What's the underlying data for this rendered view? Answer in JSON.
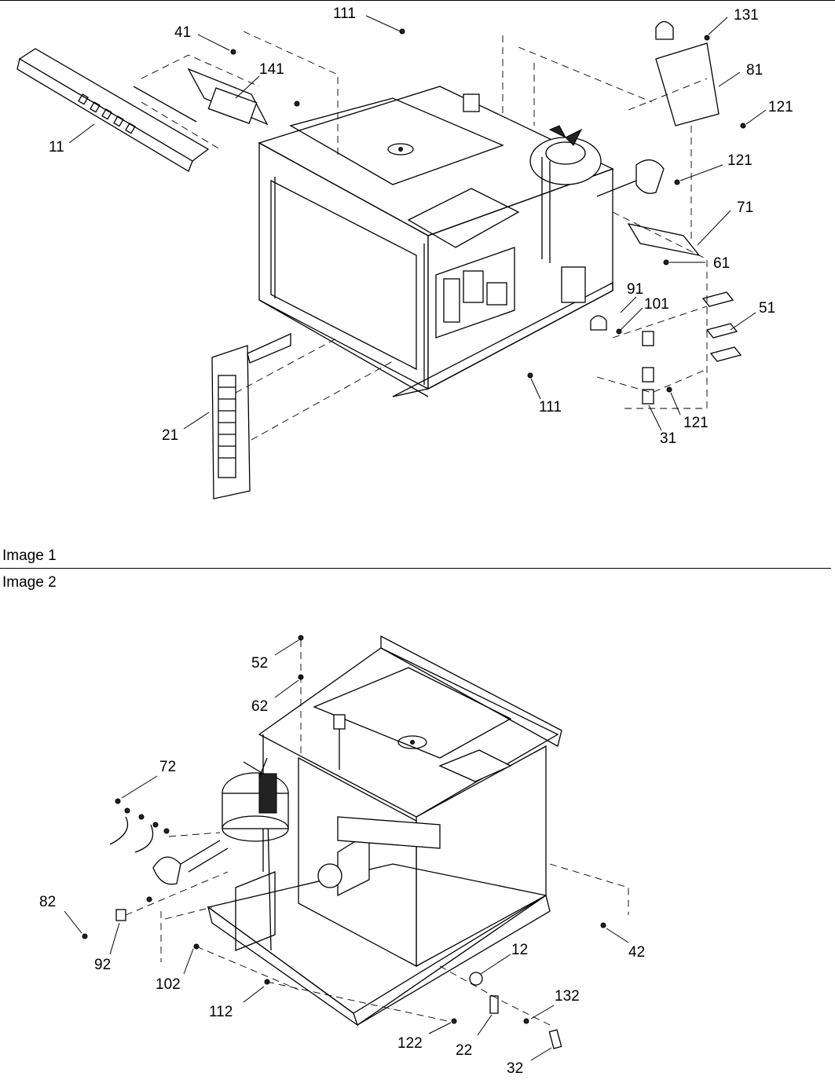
{
  "panels": [
    {
      "caption": "Image 1",
      "callouts": [
        "111",
        "131",
        "41",
        "141",
        "81",
        "121",
        "11",
        "121",
        "71",
        "61",
        "91",
        "101",
        "51",
        "111",
        "121",
        "31",
        "21"
      ]
    },
    {
      "caption": "Image 2",
      "callouts": [
        "52",
        "62",
        "72",
        "82",
        "92",
        "102",
        "112",
        "42",
        "12",
        "132",
        "122",
        "22",
        "32"
      ]
    }
  ]
}
